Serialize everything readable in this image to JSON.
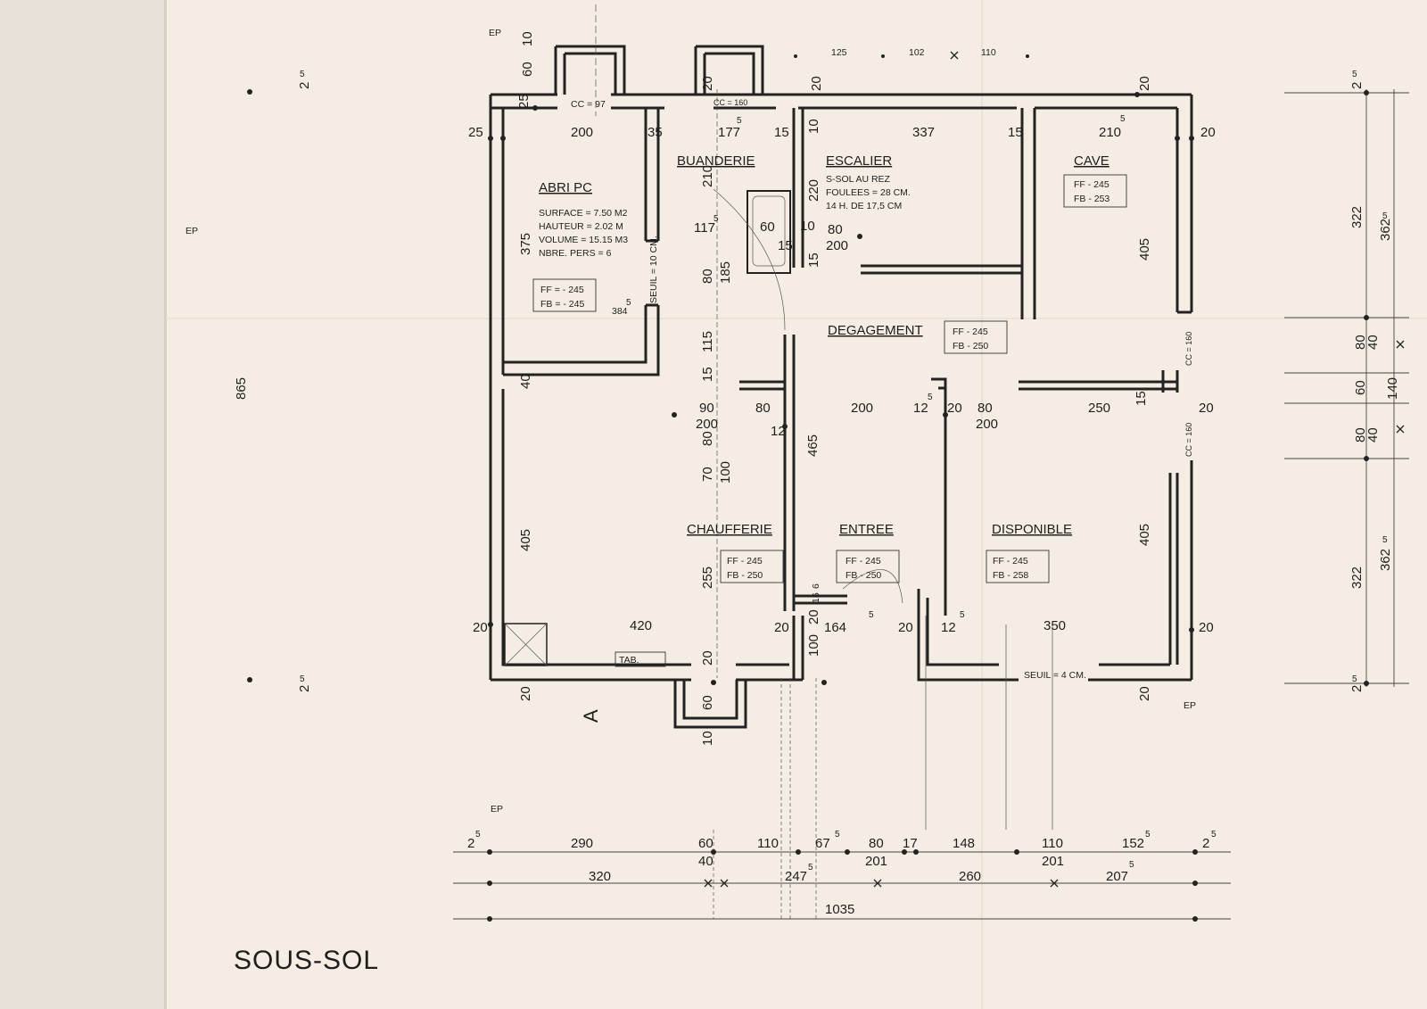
{
  "drawing": {
    "title": "SOUS-SOL"
  },
  "rooms": {
    "abri": {
      "name": "ABRI PC",
      "lines": [
        "SURFACE = 7.50 M2",
        "HAUTEUR = 2.02 M",
        "VOLUME = 15.15 M3",
        "NBRE. PERS = 6"
      ],
      "ff": "FF = - 245",
      "fb": "FB = - 245"
    },
    "buanderie": {
      "name": "BUANDERIE"
    },
    "escalier": {
      "name": "ESCALIER",
      "lines": [
        "S-SOL AU REZ",
        "FOULEES = 28 CM.",
        "14 H. DE 17,5 CM"
      ]
    },
    "cave": {
      "name": "CAVE",
      "ff": "FF - 245",
      "fb": "FB - 253"
    },
    "degagement": {
      "name": "DEGAGEMENT",
      "ff": "FF - 245",
      "fb": "FB - 250"
    },
    "chaufferie": {
      "name": "CHAUFFERIE",
      "ff": "FF - 245",
      "fb": "FB - 250"
    },
    "entree": {
      "name": "ENTREE",
      "ff": "FF - 245",
      "fb": "FB - 250"
    },
    "disponible": {
      "name": "DISPONIBLE",
      "ff": "FF - 245",
      "fb": "FB - 258"
    }
  },
  "labels": {
    "cc97": "CC = 97",
    "cc160a": "CC = 160",
    "cc160b": "CC = 160",
    "cc160c": "CC = 160",
    "seuil_buanderie": "SEUIL = 10 CM.",
    "seuil_sortie": "SEUIL = 4 CM.",
    "tab": "TAB.",
    "section": "A",
    "ep_top": "EP",
    "ep_left": "EP",
    "ep_right": "EP",
    "ep_bottom": "EP"
  },
  "dimensions": {
    "top_125": "125",
    "top_102": "102",
    "top_110": "110",
    "d10": "10",
    "d60": "60",
    "d25": "25",
    "d25b": "25",
    "d200": "200",
    "d35": "35",
    "d177": "177",
    "d15a": "15",
    "d337": "337",
    "d15b": "15",
    "d210": "210",
    "d20a": "20",
    "d20top1": "20",
    "d20top2": "20",
    "d20top3": "20",
    "d375": "375",
    "d384": "384",
    "d40": "40",
    "d405a": "405",
    "d405b": "405",
    "d405c": "405",
    "d210v": "210",
    "d117": "117",
    "d60b": "60",
    "d10b": "10",
    "d15c": "15",
    "d15d": "15",
    "d220": "220",
    "d80200a": "80",
    "d80200b": "200",
    "d103": "10",
    "d80v": "80",
    "d185": "185",
    "d115": "115",
    "d15v": "15",
    "d90": "90",
    "d200v": "200",
    "d80b": "80",
    "d70": "70",
    "d100": "100",
    "d80c": "80",
    "d12a": "12",
    "d465": "465",
    "d200c": "200",
    "d12b": "12",
    "d20b": "20",
    "d80d": "80",
    "d200d": "200",
    "d250": "250",
    "d15e": "15",
    "d20c": "20",
    "d255": "255",
    "d20d": "20",
    "d420": "420",
    "d20e": "20",
    "d20f": "20",
    "d100b": "100",
    "d164": "164",
    "d20g": "20",
    "d12c": "12",
    "d350": "350",
    "d20h": "20",
    "d20i": "20",
    "d20j": "20",
    "d20k": "20",
    "d60c": "60",
    "d10c": "10",
    "d6": "6",
    "d16": "16",
    "d865": "865",
    "r2a": "2",
    "r322a": "322",
    "r362a": "362",
    "r80a": "80",
    "r40a": "40",
    "r60": "60",
    "r140": "140",
    "r80b": "80",
    "r40b": "40",
    "r322b": "322",
    "r362b": "362",
    "r2b": "2",
    "l2a": "2",
    "l2b": "2",
    "b2a": "2",
    "b290": "290",
    "b60": "60",
    "b40": "40",
    "b110a": "110",
    "b67": "67",
    "b80": "80",
    "b201a": "201",
    "b17": "17",
    "b148": "148",
    "b110b": "110",
    "b201b": "201",
    "b152": "152",
    "b2b": "2",
    "b320": "320",
    "b247": "247",
    "b260": "260",
    "b207": "207",
    "b1035": "1035",
    "sup5": "5"
  }
}
